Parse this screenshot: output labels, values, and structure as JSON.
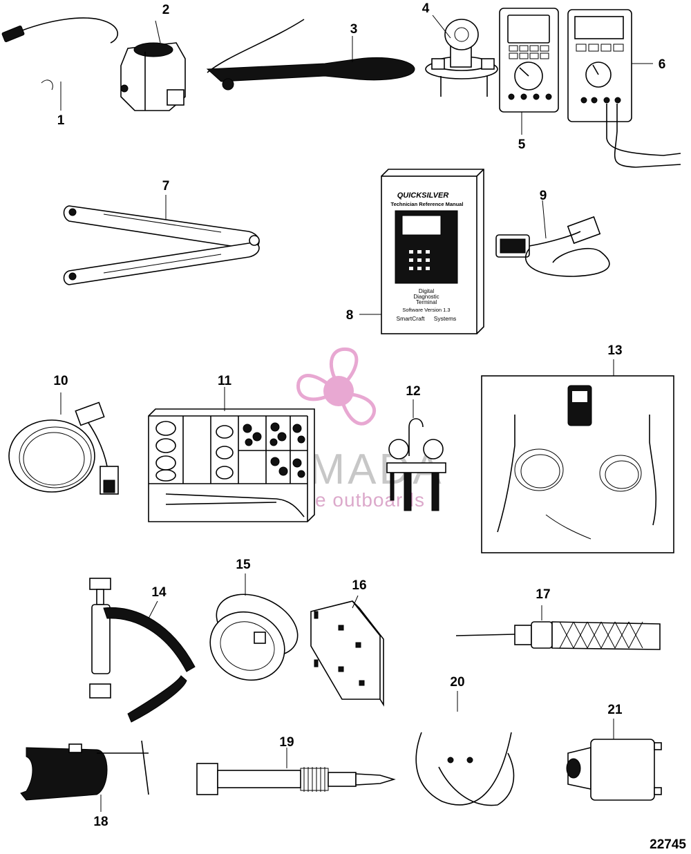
{
  "figure_id": "22745",
  "callouts": [
    "1",
    "2",
    "3",
    "4",
    "5",
    "6",
    "7",
    "8",
    "9",
    "10",
    "11",
    "12",
    "13",
    "14",
    "15",
    "16",
    "17",
    "18",
    "19",
    "20",
    "21"
  ],
  "manual_cover": {
    "brand": "QUICKSILVER",
    "title": "Technician Reference Manual",
    "line1": "Digital",
    "line2": "Diagnostic",
    "line3": "Terminal",
    "version": "Software Version 1.3",
    "system_left": "SmartCraft",
    "system_right": "Systems"
  },
  "watermark": {
    "name": "ARMADA",
    "subtitle": "marine outboards",
    "color_pink": "#e8a8d2",
    "color_pink_dark": "#d77fb8"
  }
}
